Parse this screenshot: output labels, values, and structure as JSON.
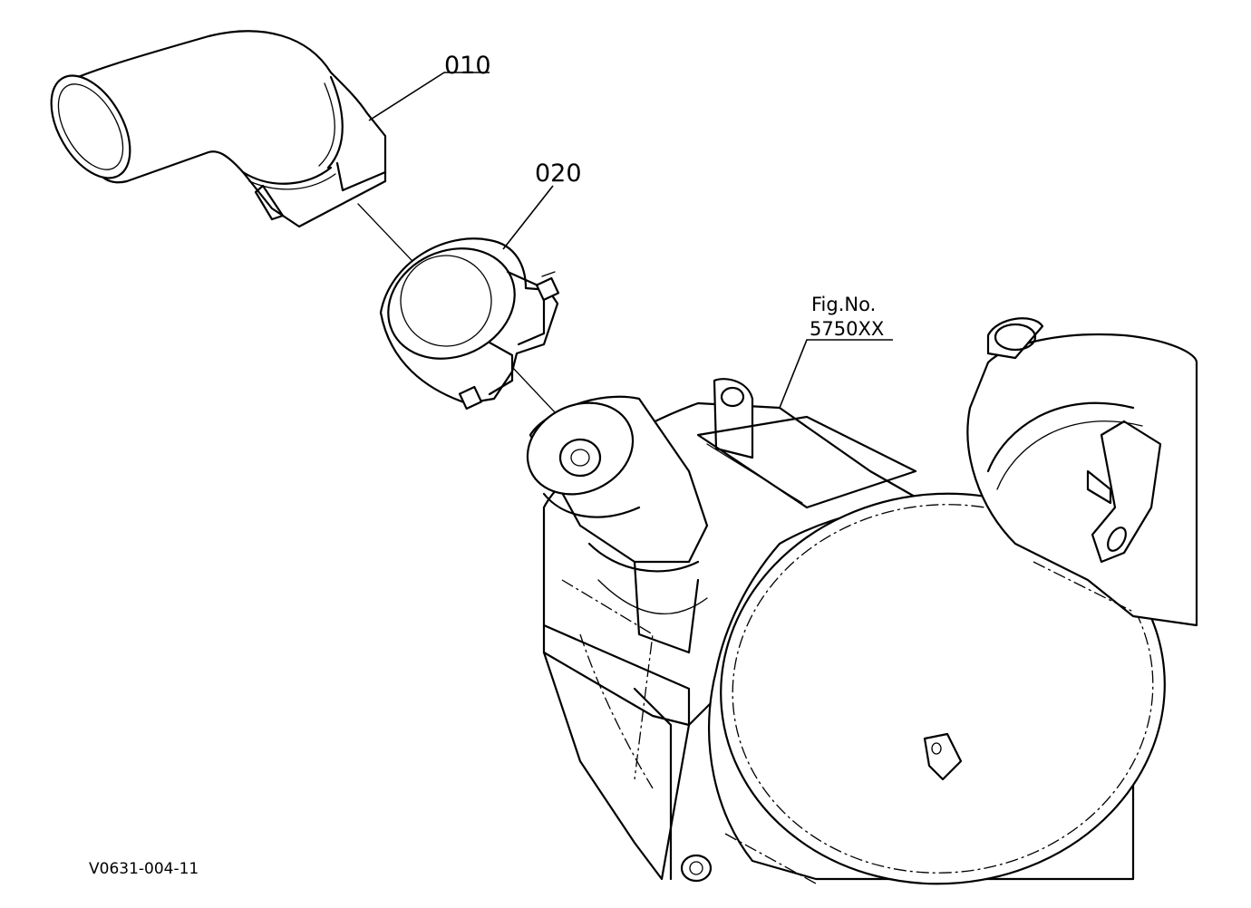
{
  "callouts": {
    "part_010": "010",
    "part_020": "020",
    "figure_ref_line1": "Fig.No.",
    "figure_ref_line2": "5750XX"
  },
  "drawing_code": "V0631-004-11"
}
